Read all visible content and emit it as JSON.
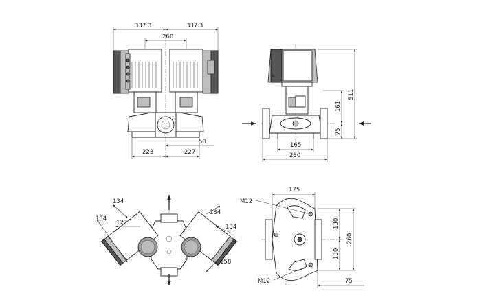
{
  "dimensions": {
    "front": {
      "top_left": "337.3",
      "top_right": "337.3",
      "center": "260",
      "left_port": "223",
      "right_port": "227",
      "foot_height": "50"
    },
    "side": {
      "overall_height": "511",
      "motor_to_axis": "161",
      "axis_height": "75",
      "foot_width": "165",
      "flange_length": "280"
    },
    "plan": {
      "head_1": "134",
      "head_2": "134",
      "head_inner": "122",
      "head_3": "134",
      "head_4": "134",
      "diagonal": "158"
    },
    "base": {
      "top_width": "175",
      "half_upper": "130",
      "half_lower": "130",
      "total": "260",
      "offset": "75",
      "bolt_top": "M12",
      "bolt_bottom": "M12"
    }
  }
}
